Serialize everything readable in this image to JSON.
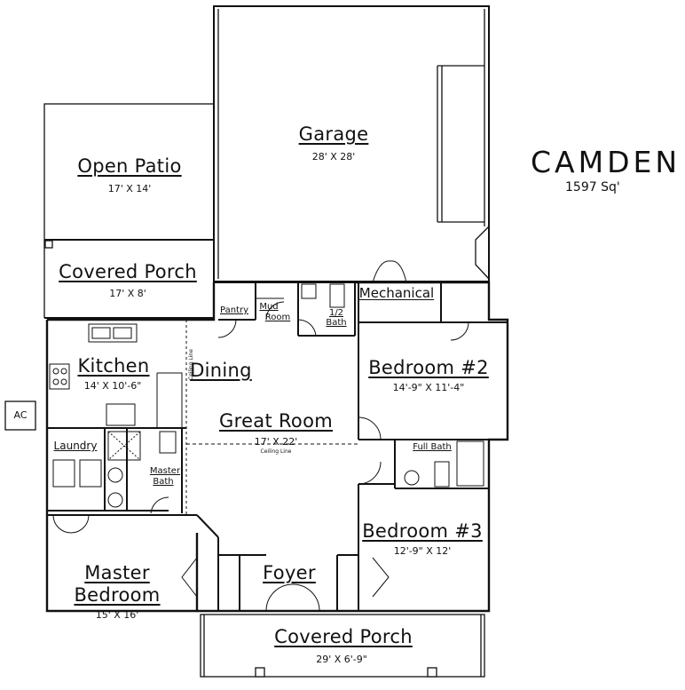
{
  "plan": {
    "name": "CAMDEN",
    "area": "1597 Sq'"
  },
  "rooms": {
    "garage": {
      "name": "Garage",
      "dim": "28' X 28'"
    },
    "open_patio": {
      "name": "Open Patio",
      "dim": "17' X 14'"
    },
    "covered_porch_back": {
      "name": "Covered Porch",
      "dim": "17' X 8'"
    },
    "pantry": {
      "name": "Pantry"
    },
    "mud_room": {
      "name_line1": "Mud",
      "name_line2": "Room"
    },
    "half_bath": {
      "name_line1": "1/2",
      "name_line2": "Bath"
    },
    "mechanical": {
      "name": "Mechanical"
    },
    "kitchen": {
      "name": "Kitchen",
      "dim": "14' X 10'-6\""
    },
    "dining": {
      "name": "Dining"
    },
    "great_room": {
      "name": "Great Room",
      "dim": "17' X 22'"
    },
    "bedroom2": {
      "name": "Bedroom #2",
      "dim": "14'-9\" X 11'-4\""
    },
    "full_bath": {
      "name": "Full Bath"
    },
    "laundry": {
      "name": "Laundry"
    },
    "master_bath": {
      "name_line1": "Master",
      "name_line2": "Bath"
    },
    "bedroom3": {
      "name": "Bedroom #3",
      "dim": "12'-9\" X 12'"
    },
    "master_bedroom": {
      "name_line1": "Master",
      "name_line2": "Bedroom",
      "dim": "15' X 16'"
    },
    "foyer": {
      "name": "Foyer"
    },
    "covered_porch_front": {
      "name": "Covered Porch",
      "dim": "29' X 6'-9\""
    }
  },
  "notes": {
    "ac": "AC",
    "ceiling_line": "Ceiling Line"
  }
}
